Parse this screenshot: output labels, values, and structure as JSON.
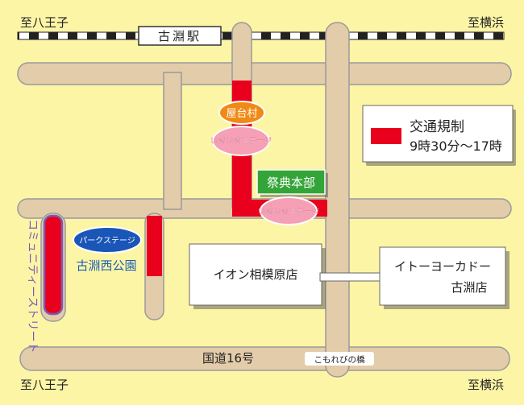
{
  "railway": {
    "station": "古淵駅",
    "left_direction": "至八王子",
    "right_direction": "至横浜"
  },
  "roads": {
    "route16": "国道16号",
    "bottom_left_direction": "至八王子",
    "bottom_right_direction": "至横浜",
    "bridge": "こもれびの橋",
    "community_street": "コミュニティーストリート"
  },
  "legend": {
    "label": "交通規制",
    "hours": "9時30分〜17時",
    "swatch_color": "#e8001c"
  },
  "spots": {
    "yataimura": "屋台村",
    "ikiiki_stage_1": "いきいきステージ",
    "headquarters": "祭典本部",
    "ikiiki_stage_2": "いきいきステージ",
    "park_stage": "パークステージ",
    "park_name": "古淵西公園",
    "aeon": "イオン相模原店",
    "itoyokado_1": "イトーヨーカドー",
    "itoyokado_2": "古淵店"
  },
  "colors": {
    "background": "#fdf5a6",
    "road": "#e3ccaa",
    "restriction": "#e8001c",
    "yataimura": "#f08a16",
    "stage": "#f5a0b4",
    "headquarters": "#33a538",
    "park_stage": "#1a56b8",
    "park_label": "#1a5fb4",
    "community_street": "#7a5ab8"
  }
}
